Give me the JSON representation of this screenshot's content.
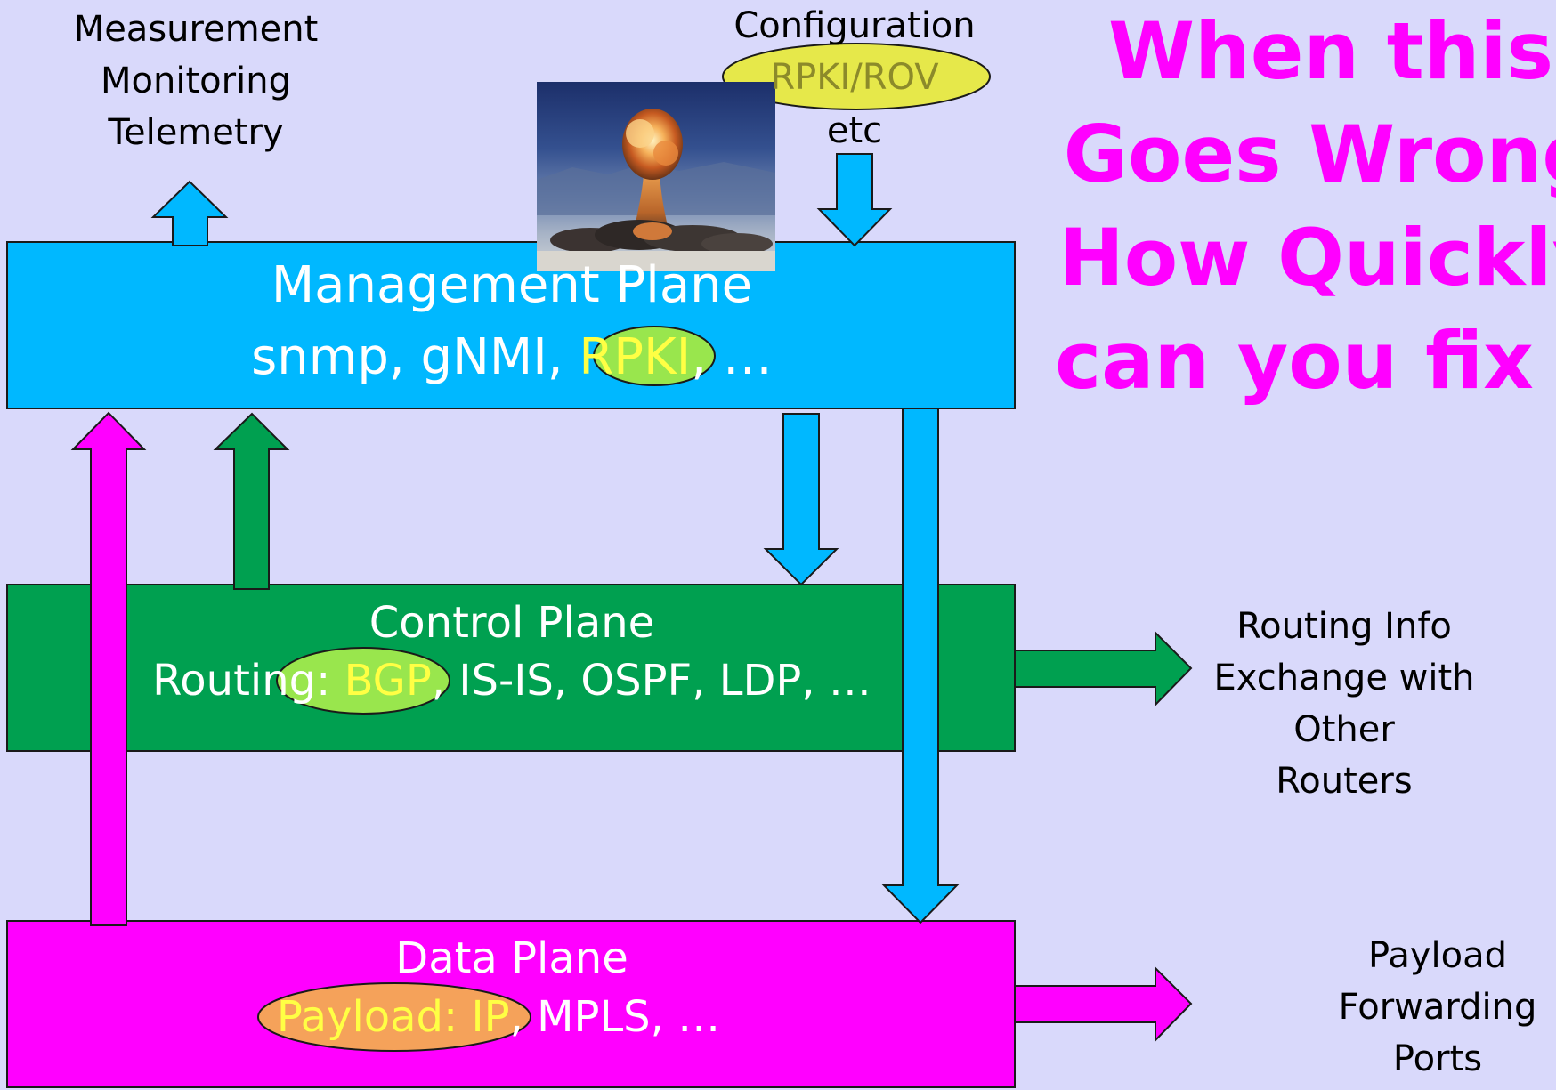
{
  "colors": {
    "background": "#d9d9fb",
    "management_plane": "#00b8ff",
    "control_plane": "#00a050",
    "data_plane": "#ff00ff",
    "headline": "#ff00ff",
    "highlight_green": "#99e64d",
    "highlight_yellow": "#e6e84a",
    "highlight_orange": "#f5a25a",
    "highlight_text": "#ffff44"
  },
  "top_labels": {
    "measurement": [
      "Measurement",
      "Monitoring",
      "Telemetry"
    ],
    "configuration": {
      "title": "Configuration",
      "highlight": "RPKI/ROV",
      "etc": "etc"
    }
  },
  "headline": [
    "When this",
    "Goes Wrong",
    "How Quickly",
    "can you fix it"
  ],
  "management_plane": {
    "title": "Management Plane",
    "protocols_prefix": "snmp, gNMI, ",
    "protocols_highlight": "RPKI",
    "protocols_suffix": ", …"
  },
  "control_plane": {
    "title": "Control Plane",
    "protocols_prefix": "Routing: ",
    "protocols_highlight": "BGP",
    "protocols_suffix": ", IS-IS, OSPF, LDP, …"
  },
  "data_plane": {
    "title": "Data Plane",
    "protocols_highlight": "Payload: IP",
    "protocols_suffix": ", MPLS, …"
  },
  "side_labels": {
    "routing_info": [
      "Routing Info",
      "Exchange with",
      "Other",
      "Routers"
    ],
    "payload": [
      "Payload",
      "Forwarding",
      "Ports"
    ]
  },
  "explosion_image": "nuclear-explosion-photo"
}
